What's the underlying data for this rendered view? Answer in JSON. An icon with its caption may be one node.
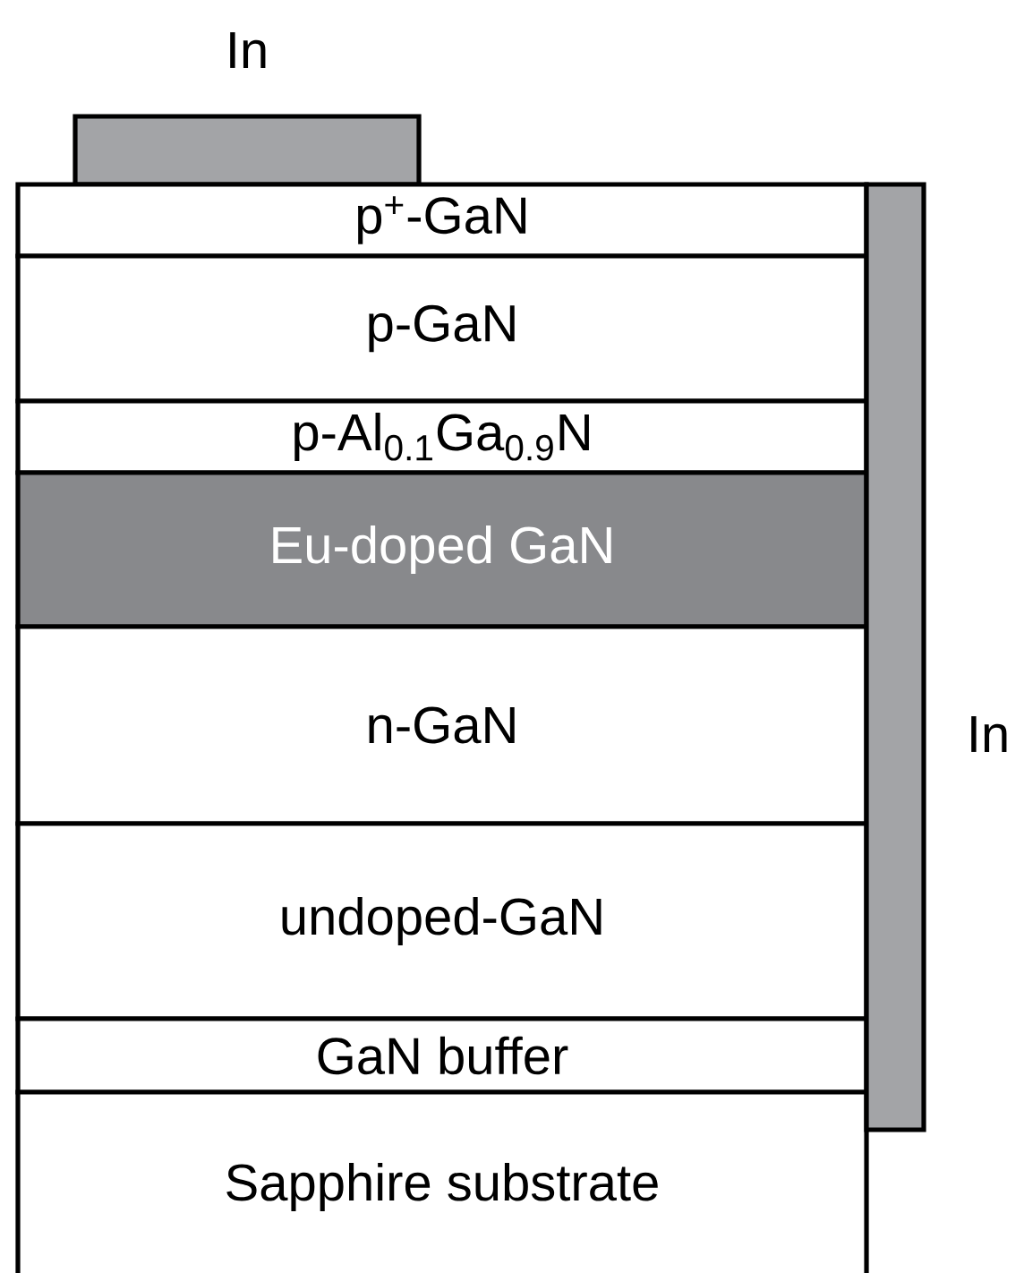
{
  "diagram": {
    "nodes": [
      {
        "text": [],
        "shape": "box",
        "beside": [
          "In"
        ]
      },
      {
        "text": [
          "p$^{+}$-GaN"
        ]
      },
      {
        "text": [
          "p-GaN"
        ]
      },
      {
        "text": [
          "p-Al$_{0.1}$Ga$_{0.9}$N"
        ]
      },
      {
        "text": [
          "Eu-doped GaN"
        ]
      },
      {
        "text": [
          "n-GaN"
        ]
      },
      {
        "text": [
          "undoped-GaN"
        ]
      },
      {
        "text": [
          "GaN buffer"
        ]
      },
      {
        "text": [
          "Sapphire substrate"
        ]
      },
      {
        "text": [],
        "shape": "box",
        "beside": [
          "In"
        ]
      }
    ]
  }
}
